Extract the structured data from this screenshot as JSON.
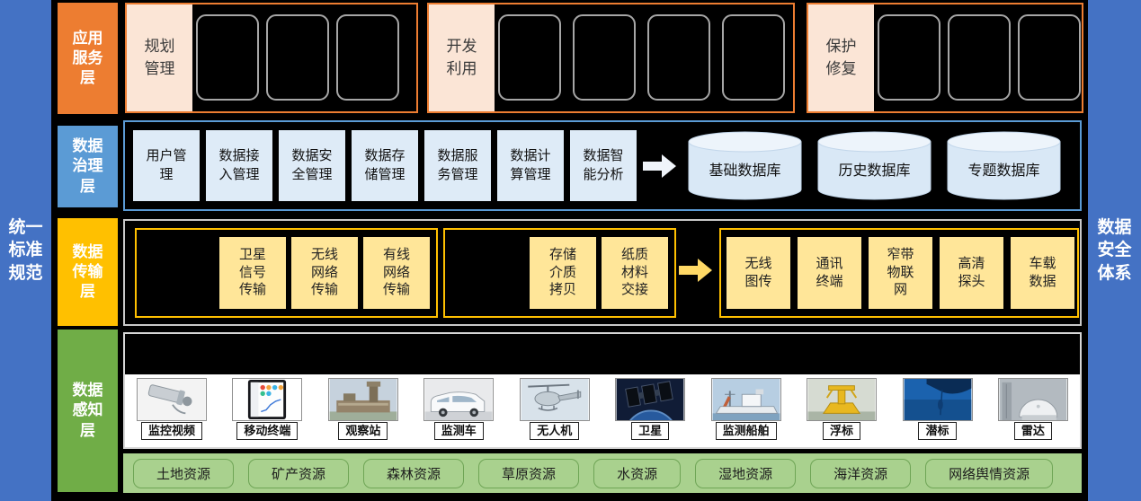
{
  "side_bars": {
    "left_label": "统一标准规范",
    "right_label": "数据安全体系"
  },
  "layer_labels": {
    "application": "应用服务层",
    "governance": "数据治理层",
    "transmission": "数据传输层",
    "perception": "数据感知层"
  },
  "application_layer": {
    "groups": [
      {
        "label": "规划管理",
        "redacted_slots": 3
      },
      {
        "label": "开发利用",
        "redacted_slots": 4
      },
      {
        "label": "保护修复",
        "redacted_slots": 3
      }
    ]
  },
  "governance_layer": {
    "modules": [
      "用户管理",
      "数据接入管理",
      "数据安全管理",
      "数据存储管理",
      "数据服务管理",
      "数据计算管理",
      "数据智能分析"
    ],
    "databases": [
      "基础数据库",
      "历史数据库",
      "专题数据库"
    ]
  },
  "transmission_layer": {
    "network_channels": [
      "卫星信号传输",
      "无线网络传输",
      "有线网络传输"
    ],
    "offline_channels": [
      "存储介质拷贝",
      "纸质材料交接"
    ],
    "terminal_channels": [
      "无线图传",
      "通讯终端",
      "窄带物联网",
      "高清探头",
      "车载数据"
    ]
  },
  "perception_layer": {
    "sensors": [
      {
        "caption": "监控视频",
        "icon": "surveillance-camera"
      },
      {
        "caption": "移动终端",
        "icon": "mobile-terminal"
      },
      {
        "caption": "观察站",
        "icon": "observation-station"
      },
      {
        "caption": "监测车",
        "icon": "monitoring-vehicle"
      },
      {
        "caption": "无人机",
        "icon": "drone"
      },
      {
        "caption": "卫星",
        "icon": "satellite"
      },
      {
        "caption": "监测船舶",
        "icon": "monitoring-ship"
      },
      {
        "caption": "浮标",
        "icon": "buoy"
      },
      {
        "caption": "潜标",
        "icon": "subsurface-buoy"
      },
      {
        "caption": "雷达",
        "icon": "radar"
      }
    ],
    "resources": [
      "土地资源",
      "矿产资源",
      "森林资源",
      "草原资源",
      "水资源",
      "湿地资源",
      "海洋资源",
      "网络舆情资源"
    ]
  },
  "colors": {
    "side_bar_blue": "#4472C4",
    "application_orange": "#ED7D31",
    "application_label_cream": "#FBE5D6",
    "governance_blue": "#5B9BD5",
    "governance_box_blue": "#DEEBF7",
    "transmission_yellow": "#FFC000",
    "transmission_box_yellow": "#FFE699",
    "perception_green": "#70AD47",
    "resource_green": "#A9D18E",
    "background": "#000000",
    "redacted_border_gray": "#A6A6A6"
  }
}
